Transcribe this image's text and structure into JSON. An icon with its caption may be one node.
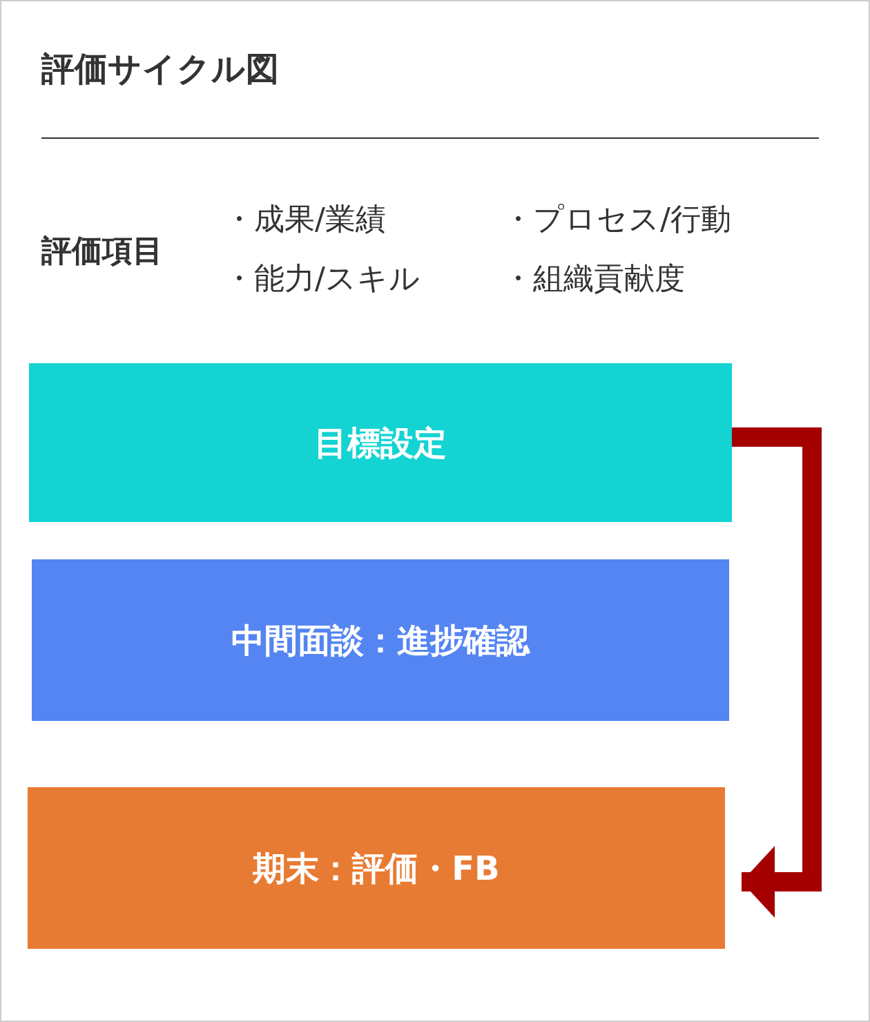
{
  "diagram": {
    "title": "評価サイクル図",
    "nodes": [
      {
        "text": [
          "目標設定"
        ]
      },
      {
        "text": [
          "中間面談：進捗確認"
        ]
      },
      {
        "text": [
          "期末：評価・FB"
        ]
      }
    ],
    "edges": [
      {
        "from": 0,
        "to": 2,
        "arrow": "to",
        "color": "#a50000"
      }
    ],
    "labels": [
      "評価項目",
      "・成果/業績",
      "・プロセス/行動",
      "・能力/スキル",
      "・組織貢献度"
    ]
  }
}
